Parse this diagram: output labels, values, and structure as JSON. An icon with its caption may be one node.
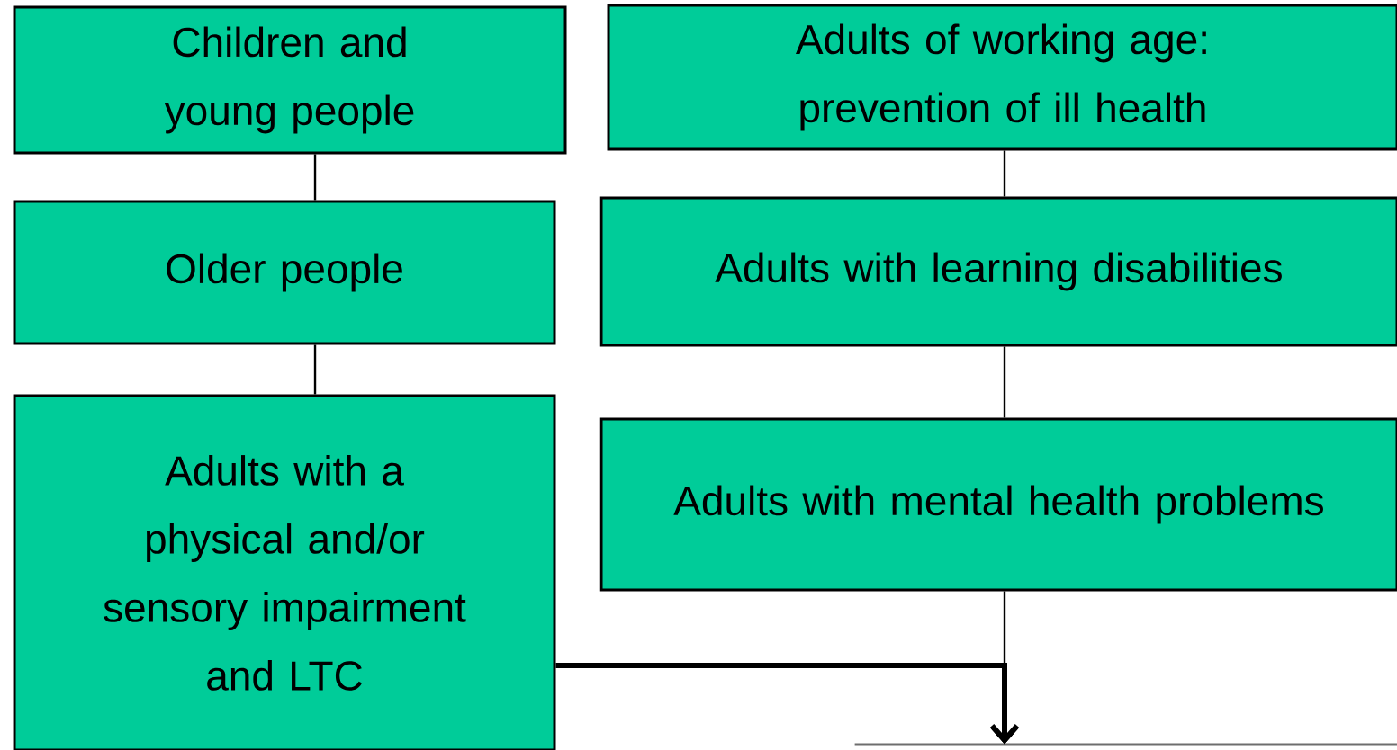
{
  "diagram": {
    "nodes": [
      {
        "text": [
          "Children and young people"
        ]
      },
      {
        "text": [
          "Older people"
        ]
      },
      {
        "text": [
          "Adults with a physical and/or sensory impairment and LTC"
        ]
      },
      {
        "text": [
          "Adults of working age: prevention of ill health"
        ]
      },
      {
        "text": [
          "Adults with learning disabilities"
        ]
      },
      {
        "text": [
          "Adults with mental health problems"
        ]
      },
      {
        "text": [],
        "shape": "box"
      }
    ],
    "edges": [
      {
        "from": 0,
        "to": 1,
        "arrow": "none"
      },
      {
        "from": 1,
        "to": 2,
        "arrow": "none"
      },
      {
        "from": 3,
        "to": 4,
        "arrow": "none"
      },
      {
        "from": 4,
        "to": 5,
        "arrow": "none"
      },
      {
        "from": 5,
        "to": 6,
        "arrow": "to"
      },
      {
        "from": 2,
        "to": 6,
        "arrow": "to",
        "style": "thick"
      }
    ]
  }
}
